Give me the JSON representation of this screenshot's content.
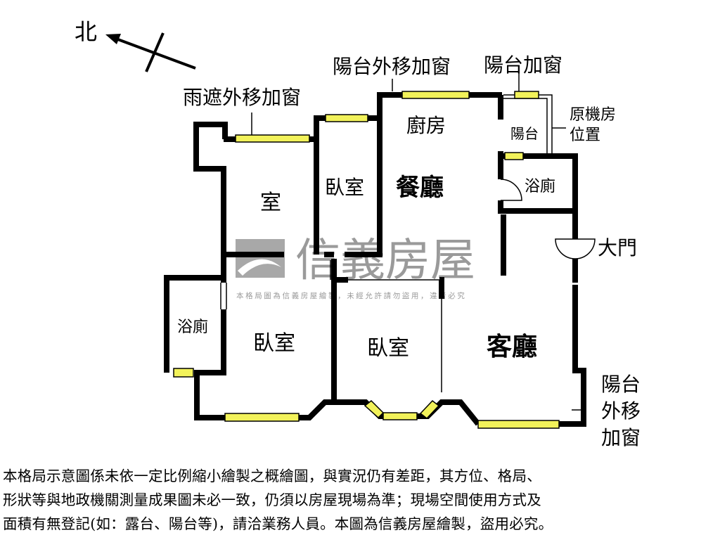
{
  "compass": {
    "north_label": "北"
  },
  "labels": {
    "rain_shelter_window": "雨遮外移加窗",
    "balcony_out_window": "陽台外移加窗",
    "balcony_window": "陽台加窗",
    "original_machine_room_1": "原機房",
    "original_machine_room_2": "位置",
    "main_door": "大門",
    "balcony_right_1": "陽台",
    "balcony_right_2": "外移",
    "balcony_right_3": "加窗"
  },
  "rooms": {
    "room_top_left": "室",
    "bedroom_top": "臥室",
    "kitchen": "廚房",
    "dining": "餐廳",
    "balcony": "陽台",
    "bath_right": "浴廁",
    "bath_left": "浴廁",
    "bedroom_left": "臥室",
    "bedroom_middle": "臥室",
    "living": "客廳"
  },
  "watermark": {
    "brand": "信義房屋",
    "notice": "本格局圖為信義房屋繪製，未經允許請勿盜用，違者必究"
  },
  "disclaimer": [
    "本格局示意圖係未依一定比例縮小繪製之概繪圖，與實況仍有差距，其方位、格局、",
    "形狀等與地政機關測量成果圖未必一致，仍須以房屋現場為準；現場空間使用方式及",
    "面積有無登記(如：露台、陽台等)，請洽業務人員。本圖為信義房屋繪製，盜用必究。"
  ],
  "colors": {
    "wall": "#000000",
    "window": "#f2f25a",
    "watermark": "#9a9a9a"
  }
}
